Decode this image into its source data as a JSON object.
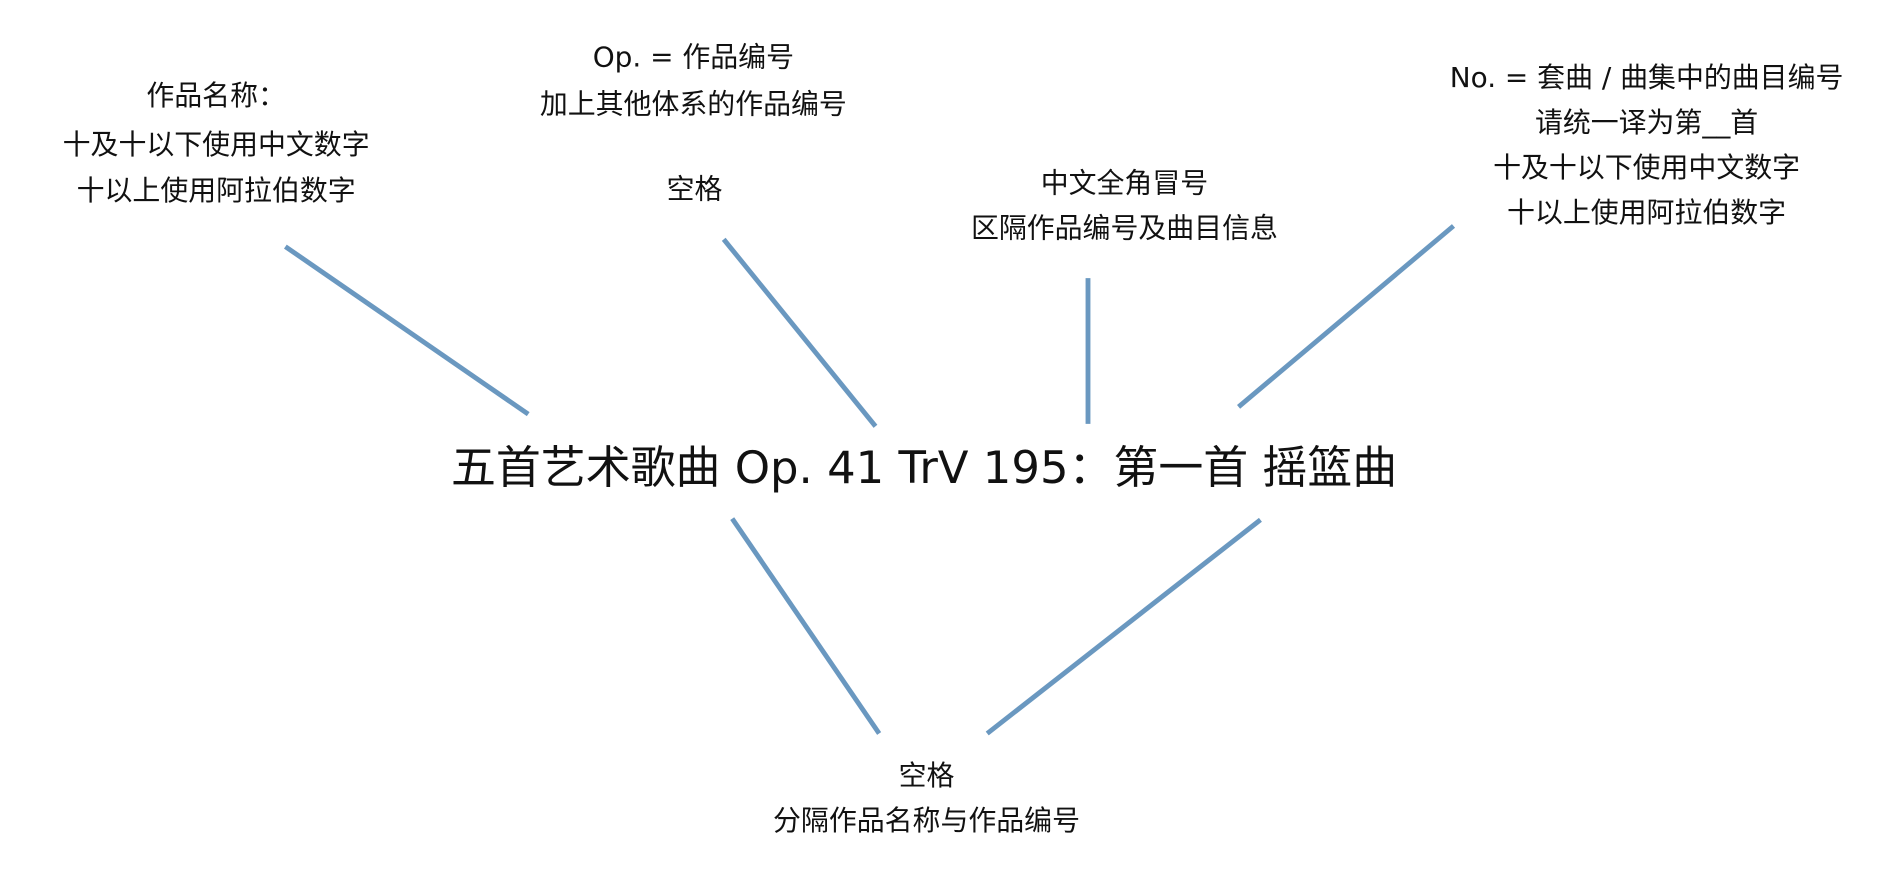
{
  "main_title": "五首艺术歌曲 Op. 41 TrV 195：第一首 摇篮曲",
  "colors": {
    "connector": "#6a98c0",
    "text": "#111111",
    "background": "#ffffff"
  },
  "annotations": {
    "work_name": [
      "作品名称：",
      "十及十以下使用中文数字",
      "十以上使用阿拉伯数字"
    ],
    "opus": [
      "Op. = 作品编号",
      "加上其他体系的作品编号"
    ],
    "space_after_op": [
      "空格"
    ],
    "colon": [
      "中文全角冒号",
      "区隔作品编号及曲目信息"
    ],
    "number": [
      "No. = 套曲 / 曲集中的曲目编号",
      "请统一译为第__首",
      "十及十以下使用中文数字",
      "十以上使用阿拉伯数字"
    ],
    "space_between": [
      "空格",
      "分隔作品名称与作品编号"
    ]
  }
}
